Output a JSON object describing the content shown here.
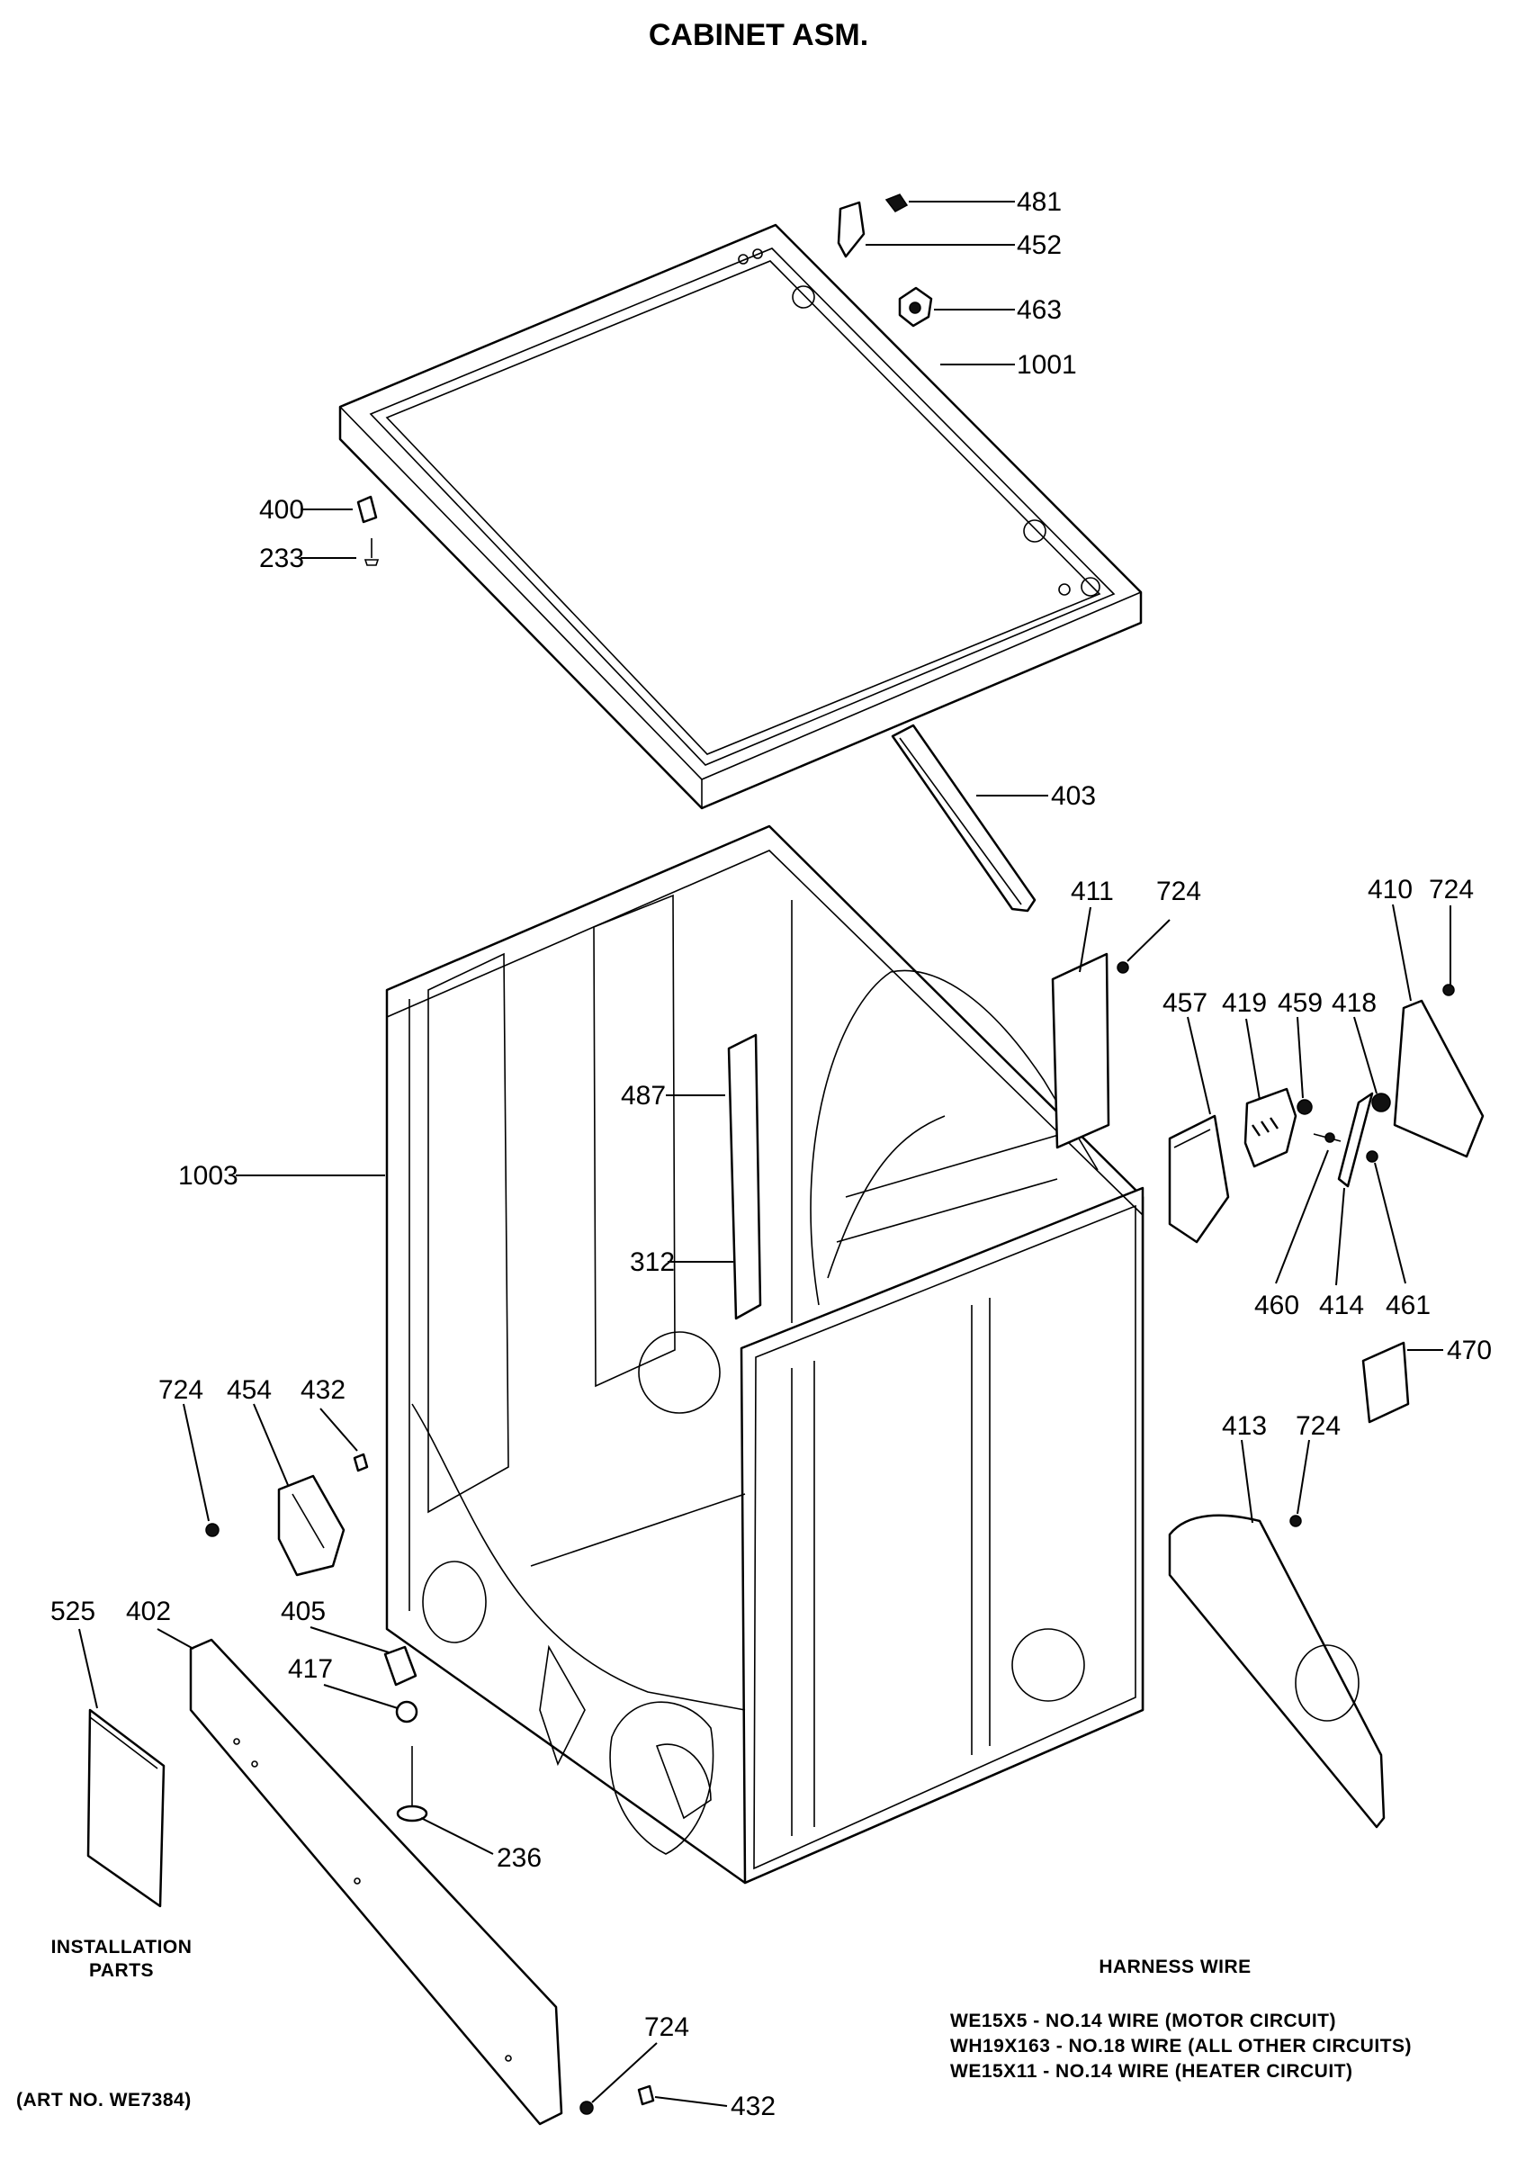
{
  "title": "CABINET ASM.",
  "art_number": "(ART NO. WE7384)",
  "installation_label": [
    "INSTALLATION",
    "PARTS"
  ],
  "harness": {
    "heading": "HARNESS WIRE",
    "lines": [
      "WE15X5 - NO.14 WIRE (MOTOR CIRCUIT)",
      "WH19X163 - NO.18 WIRE (ALL OTHER CIRCUITS)",
      "WE15X11 - NO.14 WIRE (HEATER CIRCUIT)"
    ]
  },
  "callouts": [
    {
      "id": "c481",
      "text": "481"
    },
    {
      "id": "c452",
      "text": "452"
    },
    {
      "id": "c463",
      "text": "463"
    },
    {
      "id": "c1001",
      "text": "1001"
    },
    {
      "id": "c400",
      "text": "400"
    },
    {
      "id": "c233",
      "text": "233"
    },
    {
      "id": "c403",
      "text": "403"
    },
    {
      "id": "c411",
      "text": "411"
    },
    {
      "id": "c724a",
      "text": "724"
    },
    {
      "id": "c410",
      "text": "410"
    },
    {
      "id": "c724b",
      "text": "724"
    },
    {
      "id": "c457",
      "text": "457"
    },
    {
      "id": "c419",
      "text": "419"
    },
    {
      "id": "c459",
      "text": "459"
    },
    {
      "id": "c418",
      "text": "418"
    },
    {
      "id": "c487",
      "text": "487"
    },
    {
      "id": "c1003",
      "text": "1003"
    },
    {
      "id": "c312",
      "text": "312"
    },
    {
      "id": "c460",
      "text": "460"
    },
    {
      "id": "c414",
      "text": "414"
    },
    {
      "id": "c461",
      "text": "461"
    },
    {
      "id": "c470",
      "text": "470"
    },
    {
      "id": "c724c",
      "text": "724"
    },
    {
      "id": "c454",
      "text": "454"
    },
    {
      "id": "c432a",
      "text": "432"
    },
    {
      "id": "c413",
      "text": "413"
    },
    {
      "id": "c724d",
      "text": "724"
    },
    {
      "id": "c525",
      "text": "525"
    },
    {
      "id": "c402",
      "text": "402"
    },
    {
      "id": "c405",
      "text": "405"
    },
    {
      "id": "c417",
      "text": "417"
    },
    {
      "id": "c236",
      "text": "236"
    },
    {
      "id": "c724e",
      "text": "724"
    },
    {
      "id": "c432b",
      "text": "432"
    }
  ]
}
